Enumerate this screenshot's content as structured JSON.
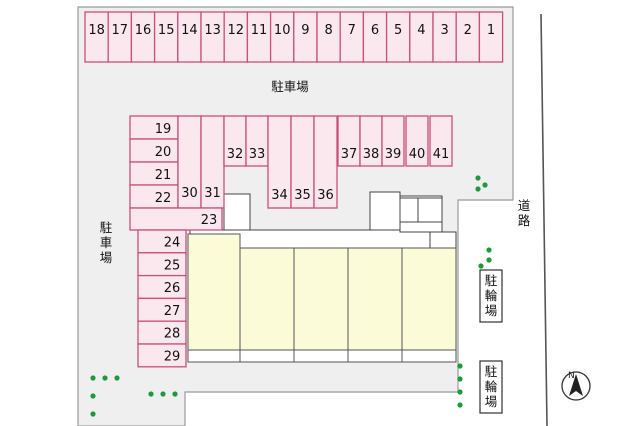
{
  "lot_label": "駐車場",
  "side_lot_label": [
    "駐",
    "車",
    "場"
  ],
  "road_label": [
    "道",
    "路"
  ],
  "bike_parking_label": [
    "駐",
    "輪",
    "場"
  ],
  "compass_label": "N",
  "colors": {
    "parking_fill": "#fbe8ee",
    "parking_outline": "#c8507a",
    "lot_background": "#efefef",
    "building_fill": "#fbfbd8",
    "tree_green": "#1f9a3a"
  },
  "parking_spaces": {
    "top_row": [
      "18",
      "17",
      "16",
      "15",
      "14",
      "13",
      "12",
      "11",
      "10",
      "9",
      "8",
      "7",
      "6",
      "5",
      "4",
      "3",
      "2",
      "1"
    ],
    "left_column": [
      "19",
      "20",
      "21",
      "22"
    ],
    "middle_tall": [
      "30",
      "31"
    ],
    "middle_upper": [
      "32",
      "33",
      "37",
      "38",
      "39",
      "40",
      "41"
    ],
    "middle_lower": [
      "34",
      "35",
      "36"
    ],
    "wide_space": "23",
    "lower_column": [
      "24",
      "25",
      "26",
      "27",
      "28",
      "29"
    ]
  }
}
